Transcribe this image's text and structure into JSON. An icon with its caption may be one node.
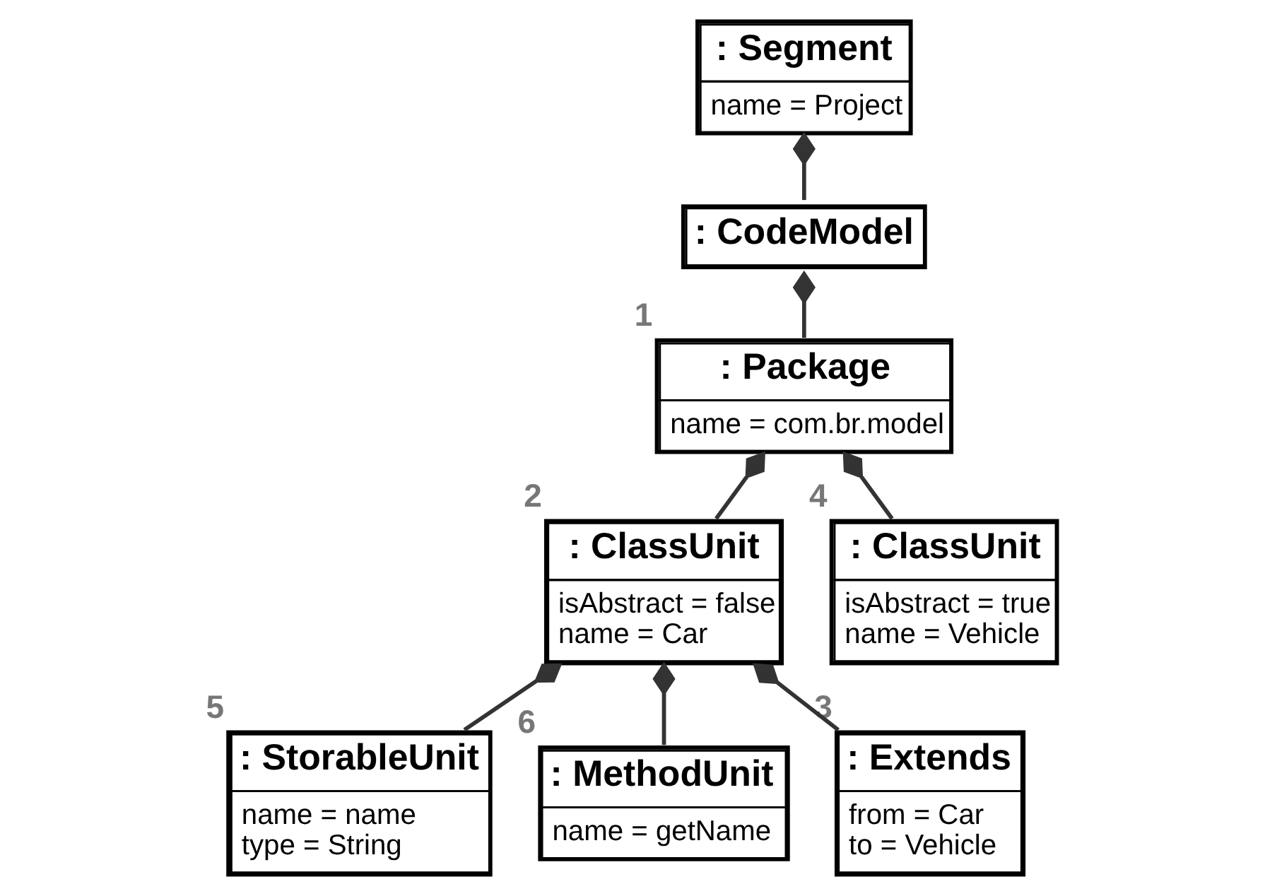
{
  "diagram": {
    "nodes": [
      {
        "text": [
          ": Segment",
          "name = Project"
        ]
      },
      {
        "text": [
          ": CodeModel"
        ]
      },
      {
        "text": [
          ": Package",
          "name = com.br.model"
        ],
        "beside": [
          "1"
        ]
      },
      {
        "text": [
          ": ClassUnit",
          "isAbstract = false",
          "name = Car"
        ],
        "beside": [
          "2"
        ]
      },
      {
        "text": [
          ": ClassUnit",
          "isAbstract = true",
          "name = Vehicle"
        ],
        "beside": [
          "4"
        ]
      },
      {
        "text": [
          ": StorableUnit",
          "name = name",
          "type = String"
        ],
        "beside": [
          "5"
        ]
      },
      {
        "text": [
          ": MethodUnit",
          "name = getName"
        ],
        "beside": [
          "6"
        ]
      },
      {
        "text": [
          ": Extends",
          "from = Car",
          "to = Vehicle"
        ],
        "beside": [
          "3"
        ]
      }
    ],
    "edges": [
      {
        "from": 0,
        "to": 1,
        "arrow": "other"
      },
      {
        "from": 1,
        "to": 2,
        "arrow": "other"
      },
      {
        "from": 2,
        "to": 3,
        "arrow": "other"
      },
      {
        "from": 2,
        "to": 4,
        "arrow": "other"
      },
      {
        "from": 3,
        "to": 5,
        "arrow": "other"
      },
      {
        "from": 3,
        "to": 6,
        "arrow": "other"
      },
      {
        "from": 3,
        "to": 7,
        "arrow": "other"
      }
    ]
  }
}
